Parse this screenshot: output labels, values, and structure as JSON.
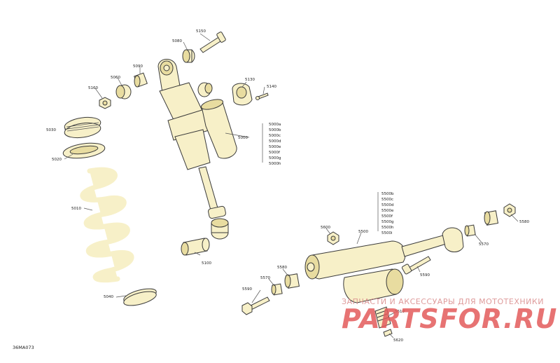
{
  "diagram": {
    "reference_code": "36MA073",
    "callouts": {
      "c5150": "5150",
      "c5080_top": "5080",
      "c5090": "5090",
      "c5060": "5060",
      "c5160": "5160",
      "c5130": "5130",
      "c5140": "5140",
      "c5030": "5030",
      "c5020": "5020",
      "c5010": "5010",
      "c5000": "5000",
      "c5100": "5100",
      "c5040": "5040",
      "c5600": "5600",
      "c5500": "5500",
      "c5580": "5580",
      "c5570_right": "5570",
      "c5590_right": "5590",
      "c5580_mid": "5580",
      "c5570_left": "5570",
      "c5590_left": "5590",
      "c5610": "5610",
      "c5620": "5620"
    },
    "variants_5000": [
      "5000a",
      "5000b",
      "5000c",
      "5000d",
      "5000e",
      "5000f",
      "5000g",
      "5000h"
    ],
    "variants_5500": [
      "5500b",
      "5500c",
      "5500d",
      "5500e",
      "5500f",
      "5500g",
      "5500h",
      "5500i"
    ]
  },
  "watermark": {
    "tagline": "ЗАПЧАСТИ И АКСЕССУАРЫ ДЛЯ МОТОТЕХНИКИ",
    "brand": "PARTSFOR.RU"
  }
}
